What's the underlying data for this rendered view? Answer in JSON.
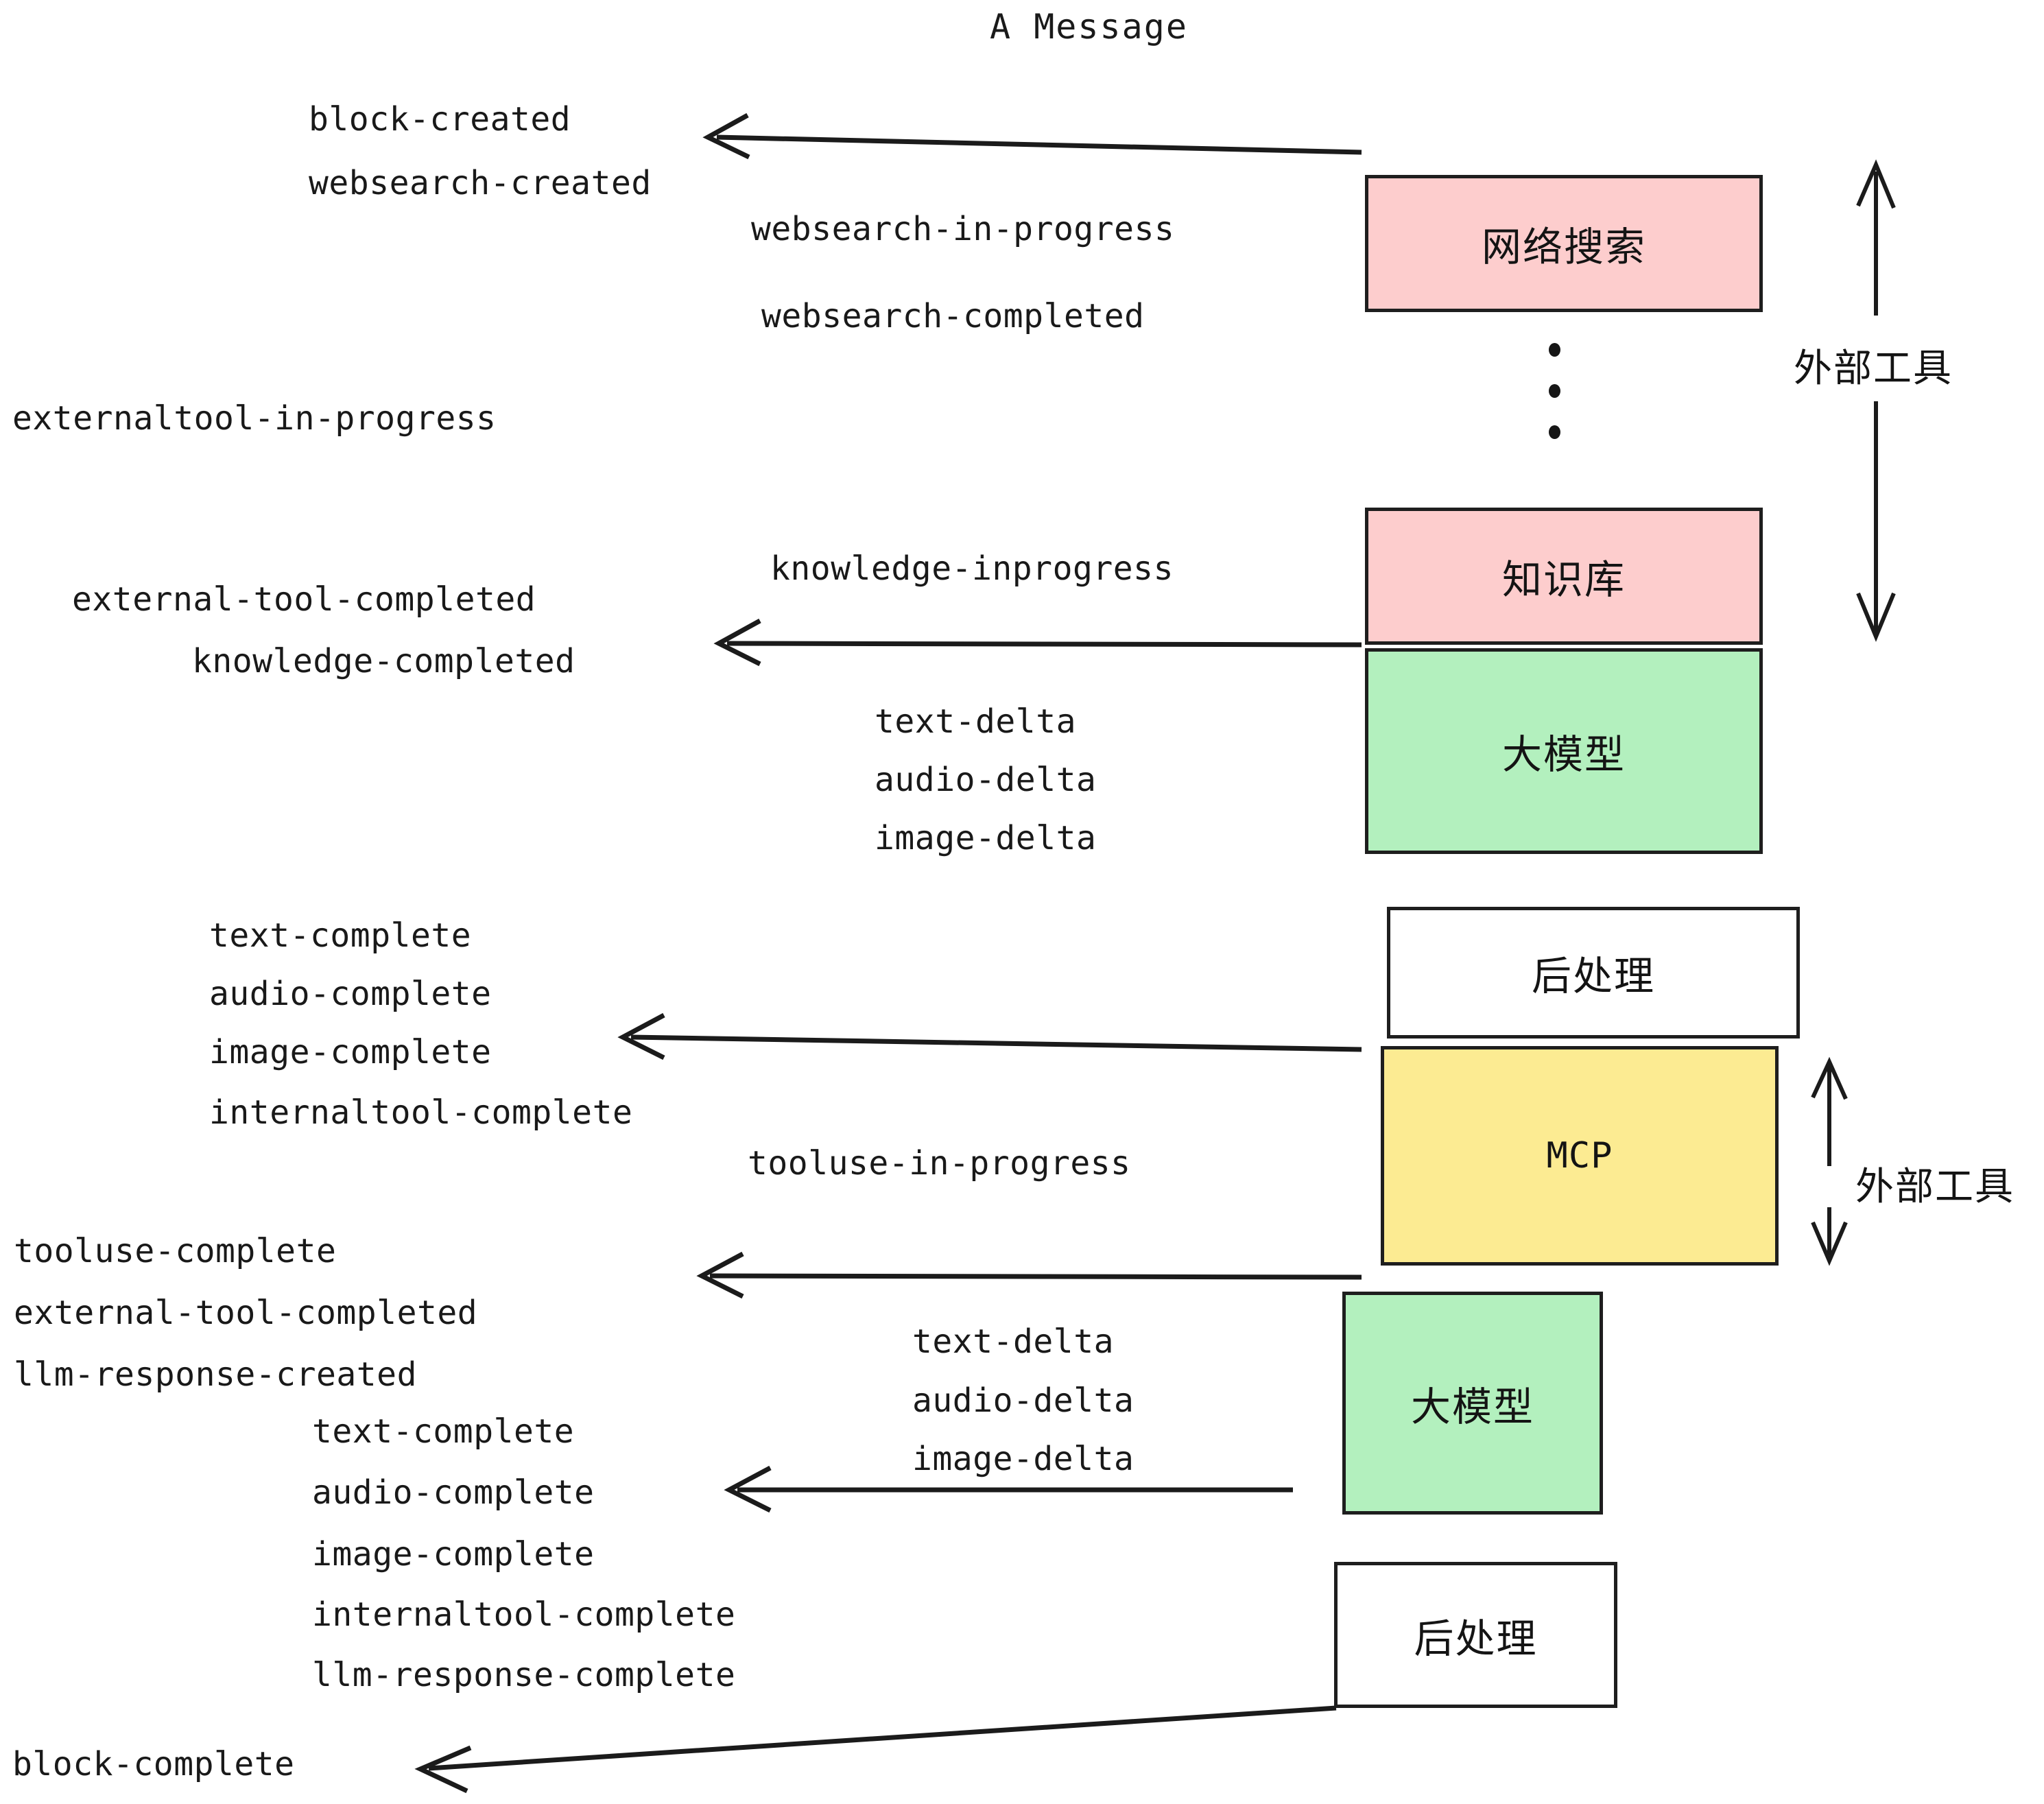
{
  "diagram": {
    "title": "A Message",
    "type": "event-stream-sequence",
    "colors": {
      "external_tool_box": "#fdcdcd",
      "llm_box": "#b3f0be",
      "mcp_box": "#fceb92",
      "postprocess_box": "#ffffff",
      "stroke": "#1e1e1e",
      "text": "#191919",
      "background": "#ffffff"
    }
  },
  "boxes": [
    {
      "id": "websearch",
      "label": "网络搜索",
      "color": "pink",
      "script": "cjk"
    },
    {
      "id": "knowledgebase",
      "label": "知识库",
      "color": "pink",
      "script": "cjk"
    },
    {
      "id": "llm-1",
      "label": "大模型",
      "color": "green",
      "script": "cjk"
    },
    {
      "id": "postprocess-1",
      "label": "后处理",
      "color": "white",
      "script": "cjk"
    },
    {
      "id": "mcp",
      "label": "MCP",
      "color": "yellow",
      "script": "latin"
    },
    {
      "id": "llm-2",
      "label": "大模型",
      "color": "green",
      "script": "cjk"
    },
    {
      "id": "postprocess-2",
      "label": "后处理",
      "color": "white",
      "script": "cjk"
    }
  ],
  "group_labels": [
    {
      "id": "external-tools-top",
      "label": "外部工具"
    },
    {
      "id": "external-tools-bottom",
      "label": "外部工具"
    }
  ],
  "events": {
    "block_created": "block-created",
    "websearch_created": "websearch-created",
    "websearch_in_progress": "websearch-in-progress",
    "websearch_completed": "websearch-completed",
    "externaltool_in_progress": "externaltool-in-progress",
    "knowledge_inprogress": "knowledge-inprogress",
    "external_tool_completed_1": "external-tool-completed",
    "knowledge_completed": "knowledge-completed",
    "text_delta_1": "text-delta",
    "audio_delta_1": "audio-delta",
    "image_delta_1": "image-delta",
    "text_complete_1": "text-complete",
    "audio_complete_1": "audio-complete",
    "image_complete_1": "image-complete",
    "internaltool_complete_1": "internaltool-complete",
    "tooluse_in_progress": "tooluse-in-progress",
    "tooluse_complete": "tooluse-complete",
    "external_tool_completed_2": "external-tool-completed",
    "llm_response_created": "llm-response-created",
    "text_delta_2": "text-delta",
    "audio_delta_2": "audio-delta",
    "image_delta_2": "image-delta",
    "text_complete_2": "text-complete",
    "audio_complete_2": "audio-complete",
    "image_complete_2": "image-complete",
    "internaltool_complete_2": "internaltool-complete",
    "llm_response_complete": "llm-response-complete",
    "block_complete": "block-complete"
  }
}
